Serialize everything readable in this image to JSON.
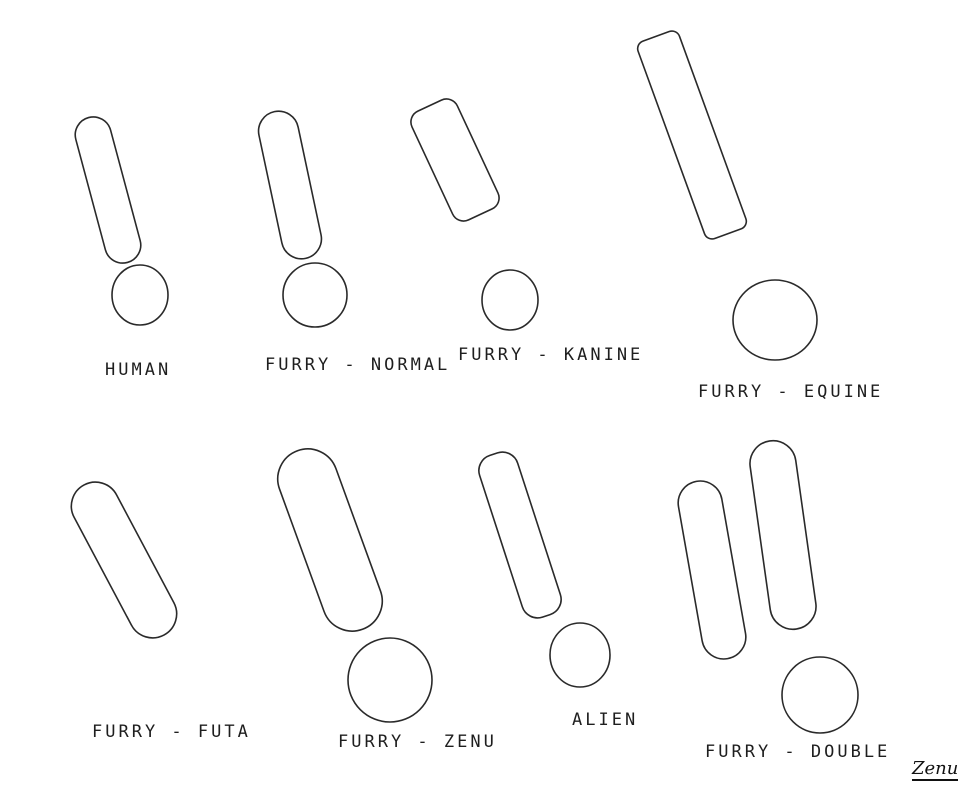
{
  "sketches": [
    {
      "label": "Human"
    },
    {
      "label": "Furry - Normal"
    },
    {
      "label": "Furry - Kanine"
    },
    {
      "label": "Furry - Equine"
    },
    {
      "label": "Furry - Futa"
    },
    {
      "label": "Furry - Zenu"
    },
    {
      "label": "Alien"
    },
    {
      "label": "Furry - Double"
    }
  ],
  "signature": "Zenu"
}
